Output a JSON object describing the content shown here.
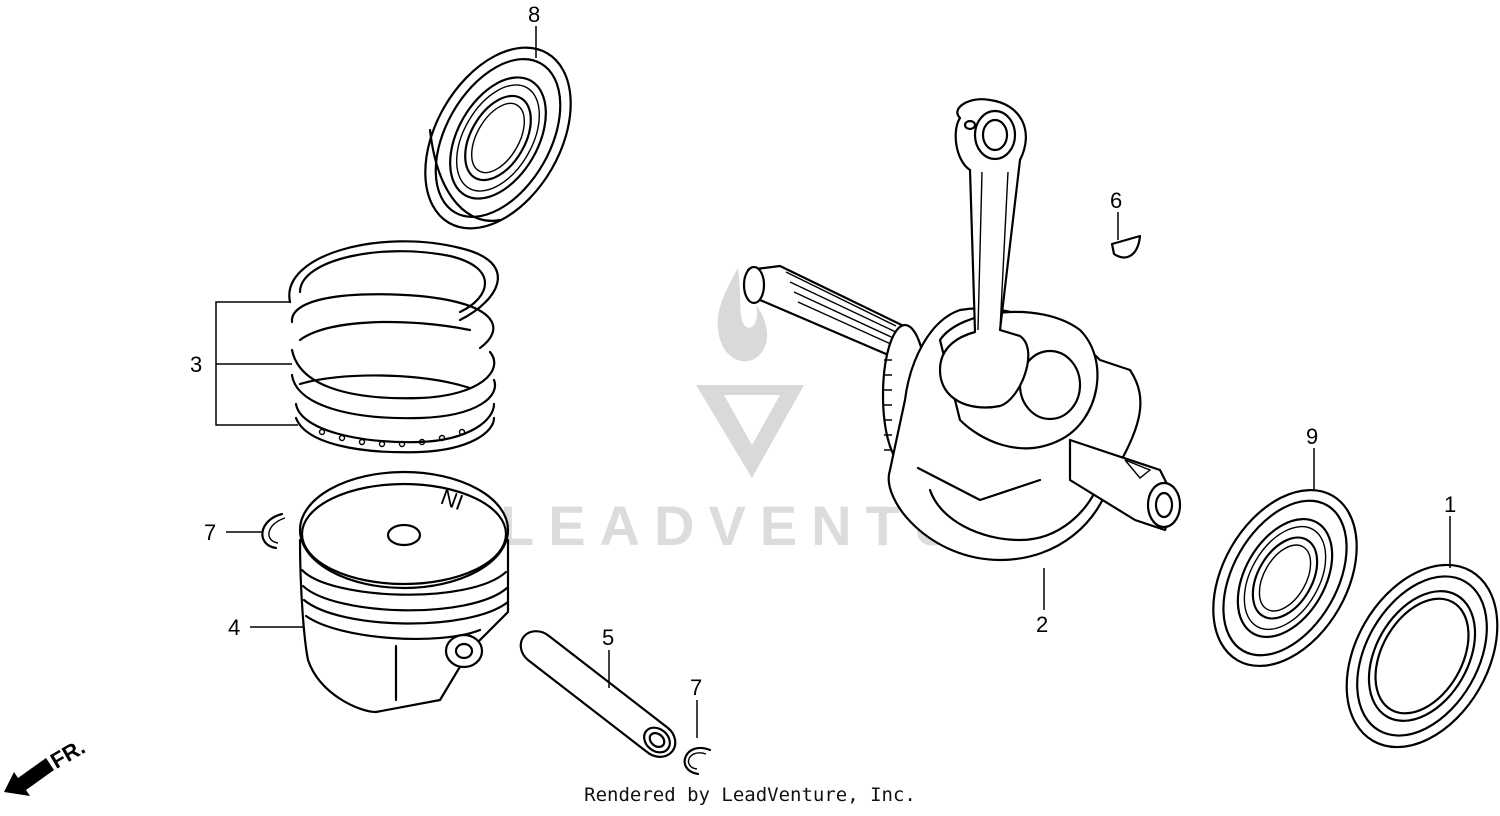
{
  "callouts": {
    "c1": "1",
    "c2": "2",
    "c3": "3",
    "c4": "4",
    "c5": "5",
    "c6": "6",
    "c7a": "7",
    "c7b": "7",
    "c8": "8",
    "c9": "9"
  },
  "front_arrow_label": "FR.",
  "piston_marking": "IN",
  "watermark_text": "LEADVENTURE",
  "credit": "Rendered by LeadVenture, Inc.",
  "colors": {
    "line": "#000000",
    "watermark": "#d9d9d9",
    "background": "#ffffff"
  }
}
